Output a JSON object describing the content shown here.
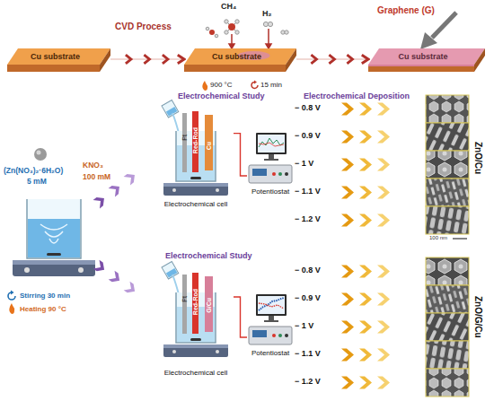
{
  "diagram": {
    "nodes": [
      {
        "text": [
          "Cu substrate"
        ]
      },
      {
        "text": [
          "Cu substrate"
        ]
      },
      {
        "text": [
          "Cu substrate"
        ]
      },
      {
        "text": [
          "Electrochemical cell"
        ]
      },
      {
        "text": [
          "Potentiostat"
        ]
      },
      {
        "text": [
          "Electrochemical cell"
        ]
      },
      {
        "text": [
          "Potentiostat"
        ]
      }
    ],
    "edges": [
      {
        "from": 0,
        "to": 1,
        "arrow": "to"
      },
      {
        "from": 1,
        "to": 2,
        "arrow": "to"
      },
      {
        "from": 3,
        "to": 4,
        "arrow": "none"
      },
      {
        "from": 5,
        "to": 6,
        "arrow": "none"
      }
    ],
    "labels": [
      "CVD Process",
      "CH₄",
      "H₂",
      "Graphene (G)",
      "900 °C",
      "15 min",
      "Electrochemical Study",
      "Electrochemical Deposition",
      "Pt",
      "Red-Rod",
      "Cu",
      "(Zn(NO₃)₂·6H₂O)",
      "5 mM",
      "KNO₃",
      "100 mM",
      "Stirring 30 min",
      "Heating 90 °C",
      "Electrochemical Study",
      "Pt",
      "Red-Rod",
      "G/Cu",
      "− 0.8 V",
      "− 0.9 V",
      "− 1 V",
      "− 1.1 V",
      "− 1.2 V",
      "− 0.8 V",
      "− 0.9 V",
      "− 1 V",
      "− 1.1 V",
      "− 1.2 V",
      "ZnO/Cu",
      "100 nm",
      "ZnO/G/Cu"
    ]
  }
}
